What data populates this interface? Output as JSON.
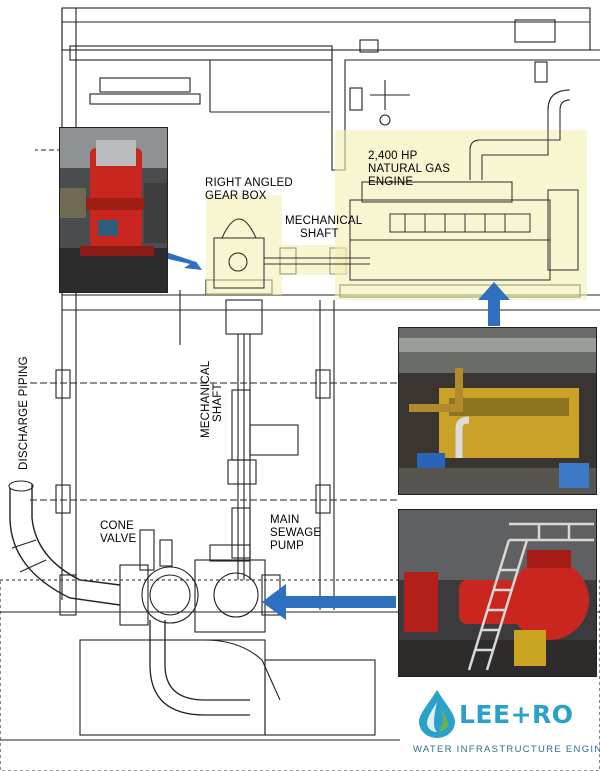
{
  "labels": {
    "engine": [
      "2,400 HP",
      "NATURAL GAS",
      "ENGINE"
    ],
    "gearbox": [
      "RIGHT ANGLED",
      "GEAR BOX"
    ],
    "shaft_top": [
      "MECHANICAL",
      "SHAFT"
    ],
    "shaft_vertical": [
      "MECHANICAL",
      "SHAFT"
    ],
    "discharge": "DISCHARGE PIPING",
    "cone_valve": [
      "CONE",
      "VALVE"
    ],
    "pump": [
      "MAIN",
      "SEWAGE",
      "PUMP"
    ]
  },
  "logo": {
    "wordmark": "LEE+RO",
    "tagline": "WATER INFRASTRUCTURE ENGINEERS"
  },
  "colors": {
    "arrow": "#2f6fc0",
    "engine_highlight": "#f3eeb2",
    "pump_red": "#c8261e",
    "engine_yellow": "#c9a227",
    "logo_blue": "#2aa1c8",
    "logo_green": "#6ab04c"
  },
  "photos": [
    "gear-box-photo",
    "engine-room-photo",
    "sewage-pump-photo"
  ]
}
